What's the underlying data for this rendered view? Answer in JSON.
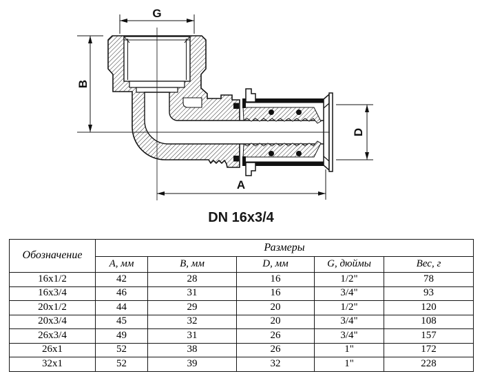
{
  "drawing": {
    "caption": "DN 16x3/4",
    "labels": {
      "g": "G",
      "b": "B",
      "d": "D",
      "a": "A"
    },
    "line_color": "#141414",
    "background": "#ffffff"
  },
  "table": {
    "designation_header": "Обозначение",
    "sizes_header": "Размеры",
    "columns": [
      "A, мм",
      "B, мм",
      "D, мм",
      "G, дюймы",
      "Вес, г"
    ],
    "rows": [
      {
        "designation": "16x1/2",
        "a": "42",
        "b": "28",
        "d": "16",
        "g": "1/2\"",
        "weight": "78"
      },
      {
        "designation": "16x3/4",
        "a": "46",
        "b": "31",
        "d": "16",
        "g": "3/4\"",
        "weight": "93"
      },
      {
        "designation": "20x1/2",
        "a": "44",
        "b": "29",
        "d": "20",
        "g": "1/2\"",
        "weight": "120"
      },
      {
        "designation": "20x3/4",
        "a": "45",
        "b": "32",
        "d": "20",
        "g": "3/4\"",
        "weight": "108"
      },
      {
        "designation": "26x3/4",
        "a": "49",
        "b": "31",
        "d": "26",
        "g": "3/4\"",
        "weight": "157"
      },
      {
        "designation": "26x1",
        "a": "52",
        "b": "38",
        "d": "26",
        "g": "1\"",
        "weight": "172"
      },
      {
        "designation": "32x1",
        "a": "52",
        "b": "39",
        "d": "32",
        "g": "1\"",
        "weight": "228"
      }
    ]
  }
}
